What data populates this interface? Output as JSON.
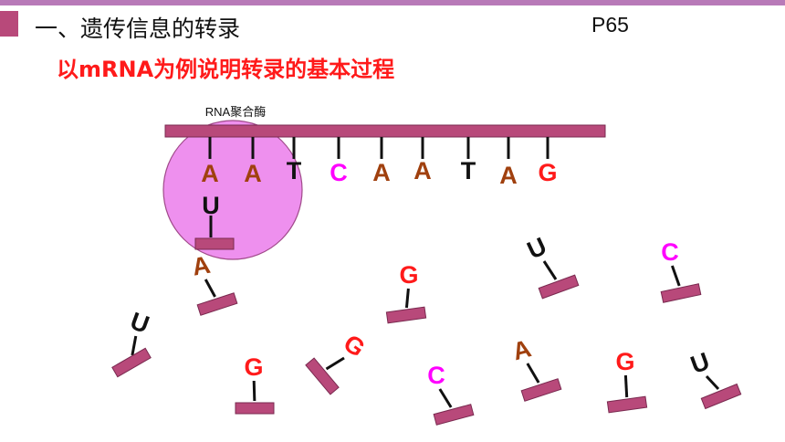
{
  "header": {
    "title": "一、遗传信息的转录",
    "page_ref": "P65",
    "subtitle": "以mRNA为例说明转录的基本过程"
  },
  "enzyme": {
    "label": "RNA聚合酶"
  },
  "colors": {
    "A": "#a0400e",
    "T": "#111111",
    "C": "#ff00ff",
    "G": "#ff1a1a",
    "U": "#111111",
    "bar": "#b8497a",
    "enzyme_fill": "#ee90ee",
    "accent": "#b87ab8"
  },
  "template_strand": {
    "bases": [
      "A",
      "A",
      "T",
      "C",
      "A",
      "A",
      "T",
      "A",
      "G"
    ]
  },
  "paired_nucleotide": {
    "base": "U"
  },
  "free_nucleotides": [
    {
      "base": "A"
    },
    {
      "base": "G"
    },
    {
      "base": "U"
    },
    {
      "base": "C"
    },
    {
      "base": "U"
    },
    {
      "base": "G"
    },
    {
      "base": "G"
    },
    {
      "base": "C"
    },
    {
      "base": "A"
    },
    {
      "base": "G"
    },
    {
      "base": "U"
    }
  ]
}
